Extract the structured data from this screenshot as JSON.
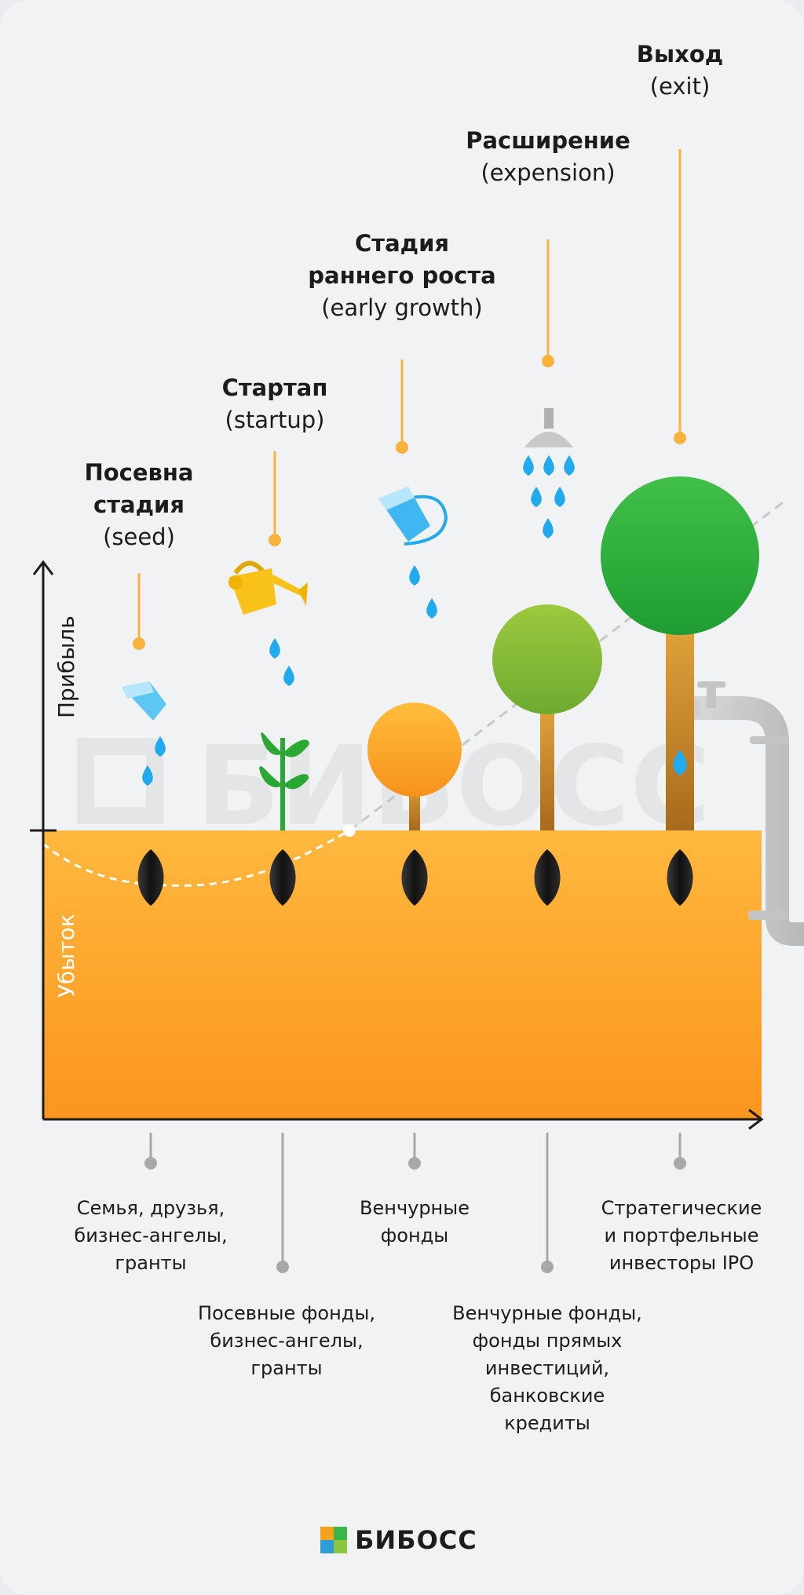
{
  "stages": [
    {
      "title": "Посевна\nстадия",
      "subtitle": "(seed)"
    },
    {
      "title": "Стартап",
      "subtitle": "(startup)"
    },
    {
      "title": "Стадия\nраннего роста",
      "subtitle": "(early growth)"
    },
    {
      "title": "Расширение",
      "subtitle": "(expension)"
    },
    {
      "title": "Выход",
      "subtitle": "(exit)"
    }
  ],
  "axes": {
    "y_label_top": "Прибыль",
    "y_label_bottom": "Убыток"
  },
  "watermark": "БИБОСС",
  "investors": [
    {
      "text": "Семья, друзья,\nбизнес-ангелы,\nгранты"
    },
    {
      "text": "Посевные фонды,\nбизнес-ангелы,\nгранты"
    },
    {
      "text": "Венчурные\nфонды"
    },
    {
      "text": "Венчурные фонды,\nфонды прямых\nинвестиций,\nбанковские\nкредиты"
    },
    {
      "text": "Стратегические\nи портфельные\nинвесторы IPO"
    }
  ],
  "logo": {
    "text": "БИБОСС"
  },
  "colors": {
    "soil_top": "#ffb83e",
    "soil_bottom": "#fb951e",
    "accent": "#f9b23c",
    "water": "#22aaee",
    "tree_dark": "#2ab54a",
    "tree_light": "#8cbd3a",
    "tree_orange": "#fbab33"
  }
}
